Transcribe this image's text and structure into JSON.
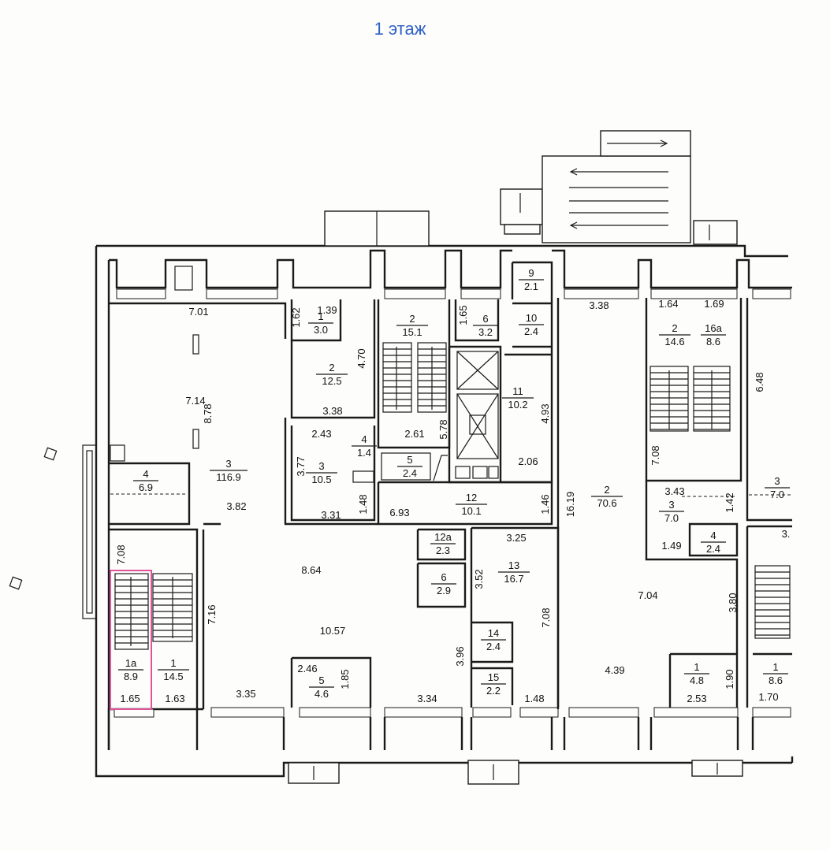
{
  "title": "1 этаж",
  "rooms": [
    {
      "id": "1",
      "area": "3.0"
    },
    {
      "id": "2",
      "area": "12.5"
    },
    {
      "id": "2",
      "area": "15.1"
    },
    {
      "id": "6",
      "area": "3.2"
    },
    {
      "id": "9",
      "area": "2.1"
    },
    {
      "id": "10",
      "area": "2.4"
    },
    {
      "id": "11",
      "area": "10.2"
    },
    {
      "id": "3",
      "area": "116.9"
    },
    {
      "id": "4",
      "area": "6.9"
    },
    {
      "id": "3",
      "area": "10.5"
    },
    {
      "id": "4",
      "area": "1.4"
    },
    {
      "id": "5",
      "area": "2.4"
    },
    {
      "id": "12",
      "area": "10.1"
    },
    {
      "id": "12а",
      "area": "2.3"
    },
    {
      "id": "6",
      "area": "2.9"
    },
    {
      "id": "13",
      "area": "16.7"
    },
    {
      "id": "14",
      "area": "2.4"
    },
    {
      "id": "15",
      "area": "2.2"
    },
    {
      "id": "5",
      "area": "4.6"
    },
    {
      "id": "1а",
      "area": "8.9"
    },
    {
      "id": "1",
      "area": "14.5"
    },
    {
      "id": "2",
      "area": "70.6"
    },
    {
      "id": "2",
      "area": "14.6"
    },
    {
      "id": "16а",
      "area": "8.6"
    },
    {
      "id": "3",
      "area": "7.0"
    },
    {
      "id": "4",
      "area": "2.4"
    },
    {
      "id": "1",
      "area": "4.8"
    },
    {
      "id": "3",
      "area": "7.0"
    },
    {
      "id": "1",
      "area": "8.6"
    }
  ],
  "dimensions": [
    "7.01",
    "1.62",
    "1.39",
    "4.70",
    "1.65",
    "3.38",
    "1.64",
    "1.69",
    "6.48",
    "7.14",
    "8.78",
    "3.38",
    "2.61",
    "5.78",
    "4.93",
    "2.43",
    "3.77",
    "2.06",
    "7.08",
    "1.48",
    "3.82",
    "3.31",
    "6.93",
    "1.46",
    "16.19",
    "3.43",
    "1.42",
    "3.25",
    "1.49",
    "3.",
    "7.08",
    "8.64",
    "3.52",
    "7.16",
    "7.08",
    "7.04",
    "3.80",
    "10.57",
    "2.46",
    "1.85",
    "3.96",
    "1.65",
    "1.63",
    "3.35",
    "3.34",
    "1.48",
    "4.39",
    "1.90",
    "2.53",
    "1.70"
  ]
}
